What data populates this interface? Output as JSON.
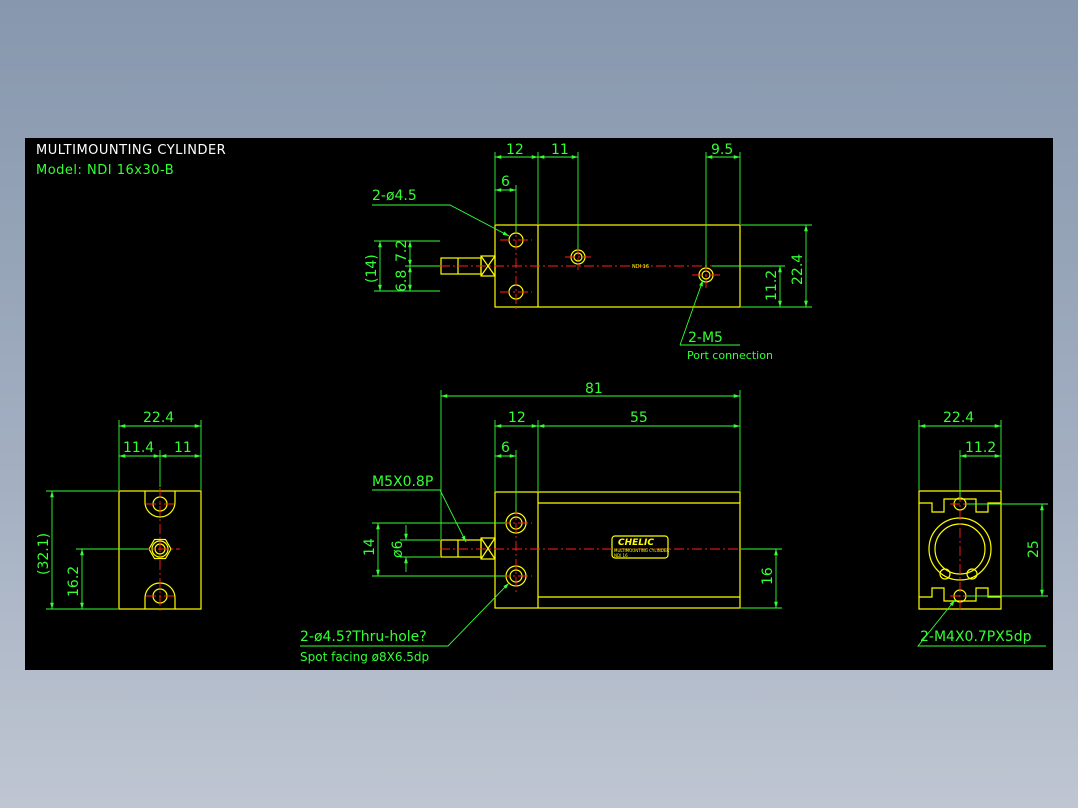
{
  "drawing": {
    "title": "MULTIMOUNTING CYLINDER",
    "model": "Model: NDI 16x30-B"
  },
  "colors": {
    "background": "#000000",
    "outline": "#ffff00",
    "dimension": "#33ff33",
    "centerline": "#ff2020",
    "title": "#ffffff"
  },
  "top_view": {
    "dims": {
      "a": "12",
      "b": "11",
      "c": "9.5",
      "d": "6",
      "e": "(14)",
      "f": "6.8",
      "g": "7.2",
      "h": "11.2",
      "i": "22.4"
    },
    "callout_holes": "2-ø4.5",
    "callout_port": "2-M5",
    "port_note": "Port connection",
    "body_text": "NDI 16"
  },
  "front_view": {
    "dims": {
      "overall": "81",
      "a": "12",
      "b": "55",
      "c": "6",
      "d": "14",
      "e": "ø6",
      "f": "16"
    },
    "callout_thread": "M5X0.8P",
    "callout_holes": "2-ø4.5?Thru-hole?",
    "spot_facing": "Spot facing  ø8X6.5dp",
    "logo": "CHELIC",
    "label_line1": "MULTIMOUNTING CYLINDER",
    "label_line2": "NDI 16"
  },
  "left_view": {
    "dims": {
      "w": "22.4",
      "a": "11.4",
      "b": "11",
      "h": "(32.1)",
      "c": "16.2"
    }
  },
  "right_view": {
    "dims": {
      "w": "22.4",
      "a": "11.2",
      "h": "25"
    },
    "callout": "2-M4X0.7PX5dp"
  }
}
